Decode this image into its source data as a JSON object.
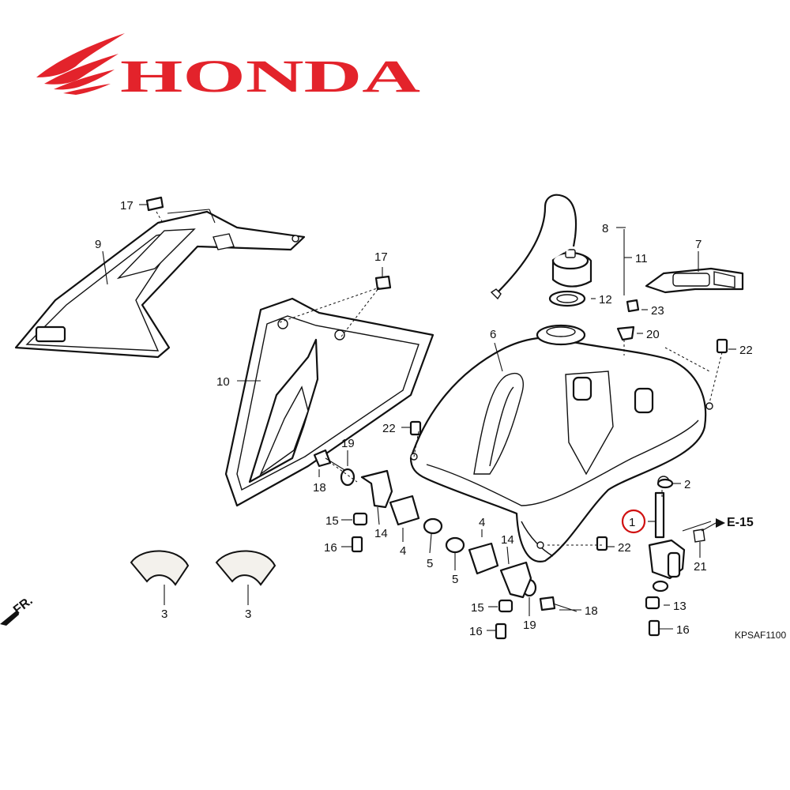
{
  "brand": {
    "name": "HONDA",
    "color": "#e3232b",
    "logo_icon": "honda-wing-icon"
  },
  "diagram": {
    "code": "KPSAF1100",
    "ref": "E-15",
    "front_marker": "FR.",
    "highlighted_part": "1",
    "highlight_color": "#d01010",
    "labels": {
      "p1": "1",
      "p2": "2",
      "p3a": "3",
      "p3b": "3",
      "p4a": "4",
      "p4b": "4",
      "p5a": "5",
      "p5b": "5",
      "p6": "6",
      "p7": "7",
      "p8": "8",
      "p9": "9",
      "p10": "10",
      "p11": "11",
      "p12": "12",
      "p13": "13",
      "p14a": "14",
      "p14b": "14",
      "p15a": "15",
      "p15b": "15",
      "p16a": "16",
      "p16b": "16",
      "p16c": "16",
      "p17a": "17",
      "p17b": "17",
      "p18a": "18",
      "p18b": "18",
      "p19a": "19",
      "p19b": "19",
      "p20": "20",
      "p21": "21",
      "p22a": "22",
      "p22b": "22",
      "p22c": "22",
      "p23": "23"
    }
  }
}
